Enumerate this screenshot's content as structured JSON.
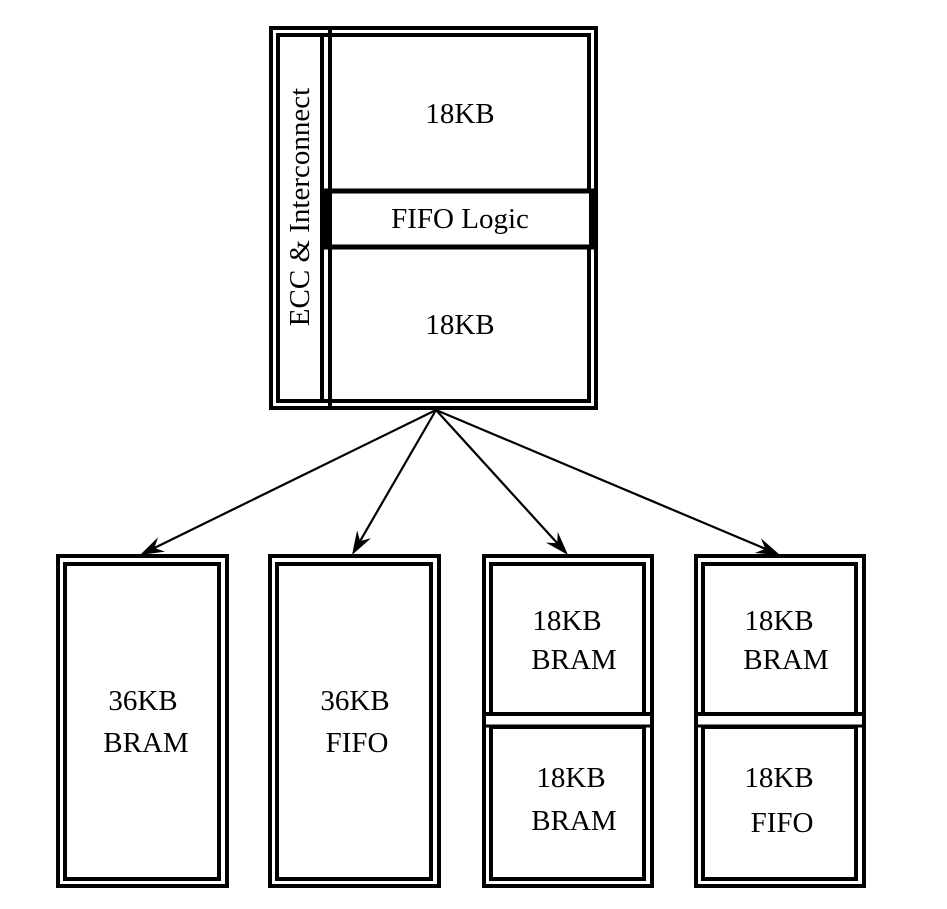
{
  "diagram": {
    "title": "",
    "top_block": {
      "side_label": "ECC & Interconnect",
      "upper_label": "18KB",
      "middle_label": "FIFO Logic",
      "lower_label": "18KB"
    },
    "configurations": [
      {
        "id": "cfg-36kb-bram",
        "lines": [
          "36KB",
          "BRAM"
        ]
      },
      {
        "id": "cfg-36kb-fifo",
        "lines": [
          "36KB",
          "FIFO"
        ]
      },
      {
        "id": "cfg-2x18kb-bram",
        "upper": [
          "18KB",
          "BRAM"
        ],
        "lower": [
          "18KB",
          "BRAM"
        ]
      },
      {
        "id": "cfg-18kb-bram-18kb-fifo",
        "upper": [
          "18KB",
          "BRAM"
        ],
        "lower": [
          "18KB",
          "FIFO"
        ]
      }
    ],
    "edges": [
      {
        "from": "top_block",
        "to": "cfg-36kb-bram"
      },
      {
        "from": "top_block",
        "to": "cfg-36kb-fifo"
      },
      {
        "from": "top_block",
        "to": "cfg-2x18kb-bram"
      },
      {
        "from": "top_block",
        "to": "cfg-18kb-bram-18kb-fifo"
      }
    ]
  }
}
